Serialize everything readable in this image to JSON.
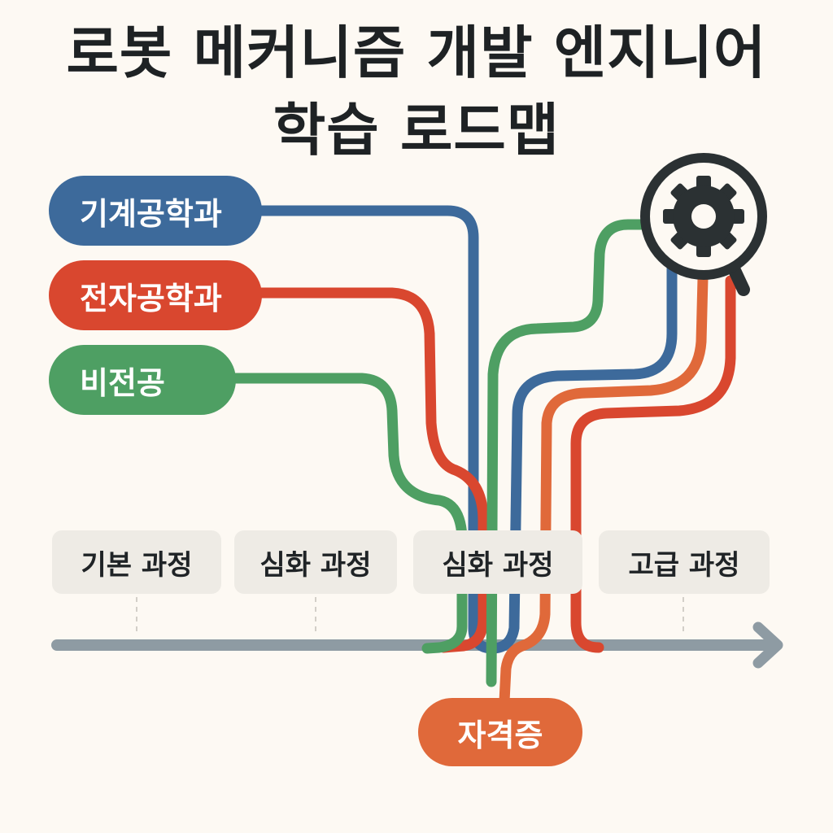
{
  "title": {
    "line1": "로봇 메커니즘 개발 엔지니어",
    "line2": "학습 로드맵"
  },
  "majors": [
    {
      "label": "기계공학과",
      "color": "#3d6a9b"
    },
    {
      "label": "전자공학과",
      "color": "#d9472f"
    },
    {
      "label": "비전공",
      "color": "#4e9f63"
    }
  ],
  "stages": [
    {
      "label": "기본 과정"
    },
    {
      "label": "심화 과정"
    },
    {
      "label": "심화 과정"
    },
    {
      "label": "고급 과정"
    }
  ],
  "certificate": {
    "label": "자격증",
    "color": "#e0693a"
  },
  "goal_icon": "gear-magnifier-icon",
  "colors": {
    "blue": "#3d6a9b",
    "red": "#d9472f",
    "green": "#4e9f63",
    "orange": "#e0693a",
    "timeline": "#8e9ba3",
    "background": "#fdf9f3"
  }
}
